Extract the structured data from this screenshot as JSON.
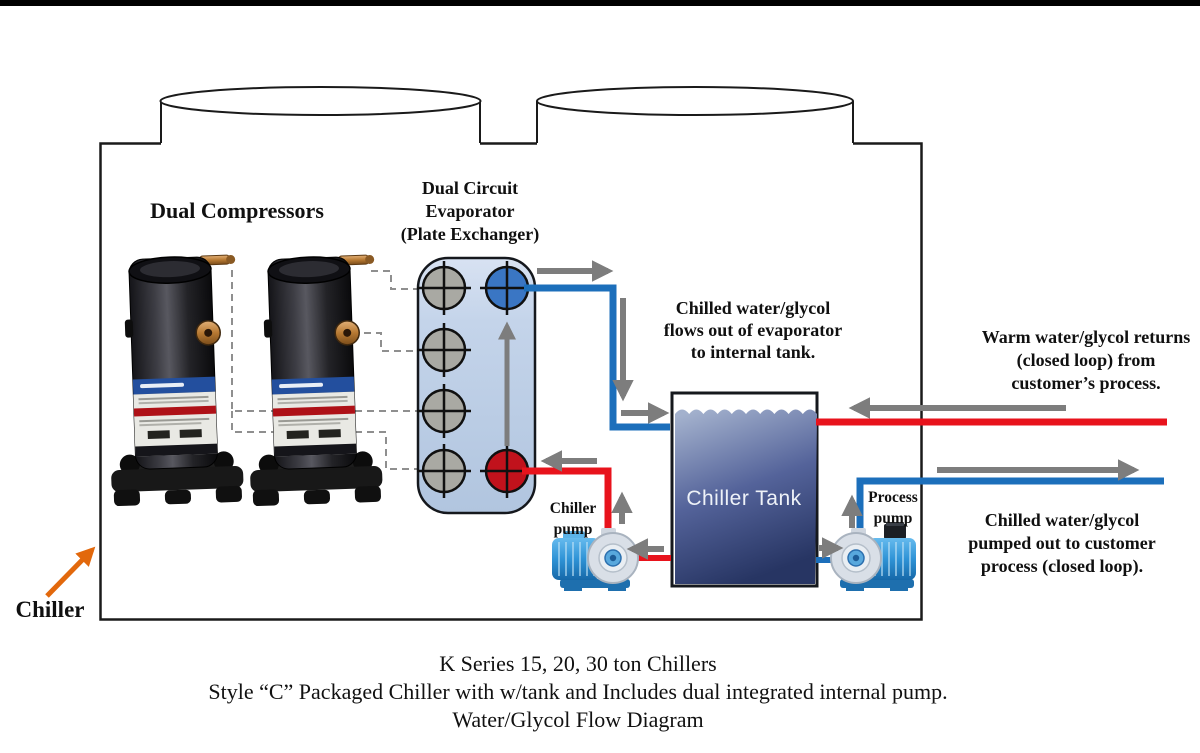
{
  "title": "Water/Glycol Flow Diagram",
  "labels": {
    "dual_compressors": "Dual Compressors",
    "evaporator": {
      "l1": "Dual Circuit",
      "l2": "Evaporator",
      "l3": "(Plate  Exchanger)"
    },
    "chilled_to_tank": {
      "l1": "Chilled water/glycol",
      "l2": "flows out of evaporator",
      "l3": "to internal tank."
    },
    "warm_returns": {
      "l1": "Warm water/glycol returns",
      "l2": "(closed loop) from",
      "l3": "customer’s process."
    },
    "chilled_pumped": {
      "l1": "Chilled water/glycol",
      "l2": "pumped out to customer",
      "l3": "process (closed loop)."
    },
    "chiller_pump": {
      "l1": "Chiller",
      "l2": "pump"
    },
    "process_pump": {
      "l1": "Process",
      "l2": "pump"
    },
    "chiller_tank": "Chiller Tank",
    "chiller": "Chiller"
  },
  "caption": {
    "line1": "K Series 15, 20, 30 ton Chillers",
    "line2": "Style “C” Packaged Chiller with w/tank and Includes dual integrated internal pump.",
    "line3": "Water/Glycol Flow Diagram"
  },
  "colors": {
    "pipe_cold_blue": "#1c6fbb",
    "pipe_warm_red": "#e8131c",
    "flow_arrow_gray": "#7d7d7d",
    "callout_orange": "#e2680c",
    "tank_water_dark": "#273563",
    "exchanger_fill": "#bccde5",
    "port_blue": "#3a76c4",
    "port_red": "#c1121c",
    "pump_blue": "#2f93d6"
  }
}
